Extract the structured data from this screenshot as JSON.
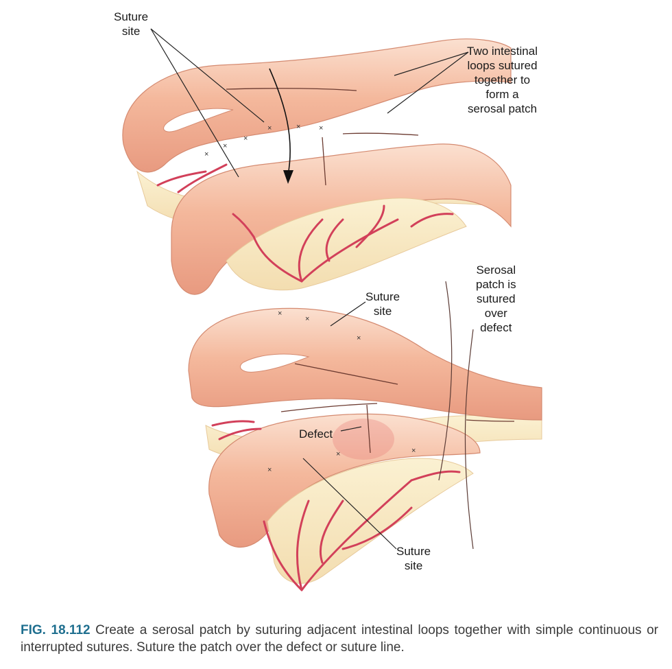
{
  "labels": {
    "top_suture_site": [
      "Suture",
      "site"
    ],
    "serosal_patch_form": [
      "Two intestinal",
      "loops sutured",
      "together to",
      "form a",
      "serosal patch"
    ],
    "patch_over_defect": [
      "Serosal",
      "patch is",
      "sutured",
      "over",
      "defect"
    ],
    "middle_suture_site": [
      "Suture",
      "site"
    ],
    "defect": "Defect",
    "bottom_suture_site": [
      "Suture",
      "site"
    ]
  },
  "caption": {
    "figure_number": "FIG. 18.112",
    "text": " Create a serosal patch by suturing adjacent intestinal loops together with simple continuous or interrupted sutures. Suture the patch over the defect or suture line."
  },
  "colors": {
    "intestine": "#f3b79a",
    "intestine_light": "#fbdccb",
    "mesentery": "#f8ecc4",
    "vessel": "#d2405a",
    "leader_line": "#222222"
  }
}
